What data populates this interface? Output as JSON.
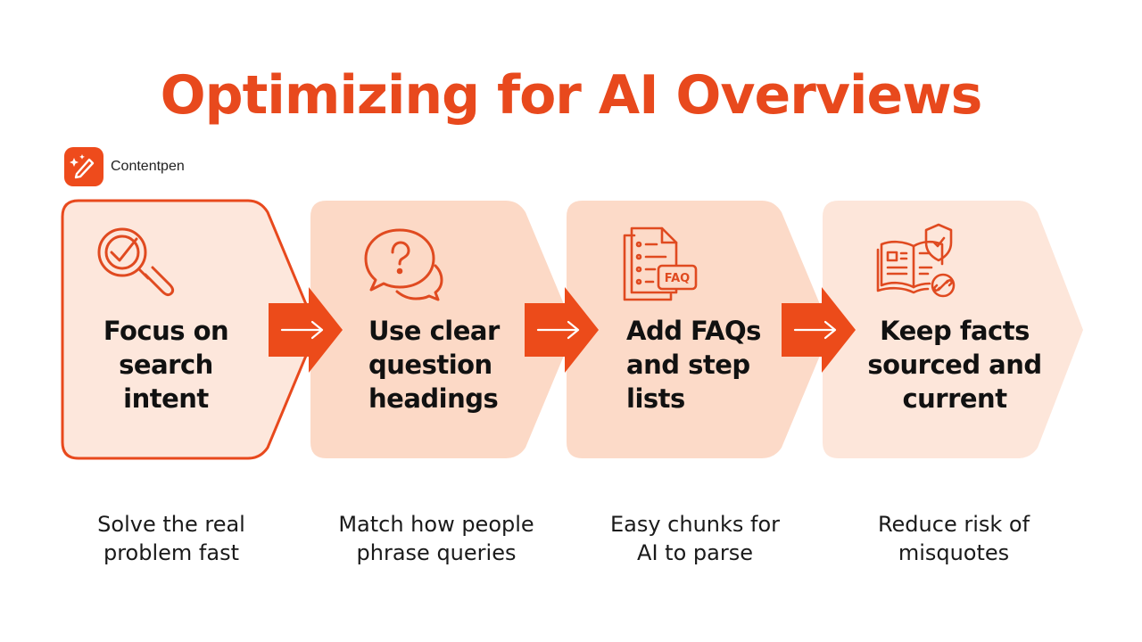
{
  "title": "Optimizing for AI Overviews",
  "brand": {
    "name": "Contentpen",
    "logo_icon": "pen-sparkle-icon"
  },
  "colors": {
    "accent": "#e8491d",
    "card_fill": "#fde3d6",
    "card_fill_active": "#fde7dc"
  },
  "steps": [
    {
      "icon": "magnifier-check-icon",
      "heading_lines": [
        "Focus on",
        "search",
        "intent"
      ],
      "caption_lines": [
        "Solve the real",
        "problem fast"
      ],
      "active": true
    },
    {
      "icon": "question-bubble-icon",
      "heading_lines": [
        "Use clear",
        "question",
        "headings"
      ],
      "caption_lines": [
        "Match how people",
        "phrase queries"
      ],
      "active": false
    },
    {
      "icon": "faq-document-icon",
      "heading_lines": [
        "Add FAQs",
        "and step",
        "lists"
      ],
      "caption_lines": [
        "Easy chunks for",
        "AI to parse"
      ],
      "active": false
    },
    {
      "icon": "book-shield-link-icon",
      "heading_lines": [
        "Keep facts",
        "sourced and",
        "current"
      ],
      "caption_lines": [
        "Reduce risk of",
        "misquotes"
      ],
      "active": false
    }
  ]
}
